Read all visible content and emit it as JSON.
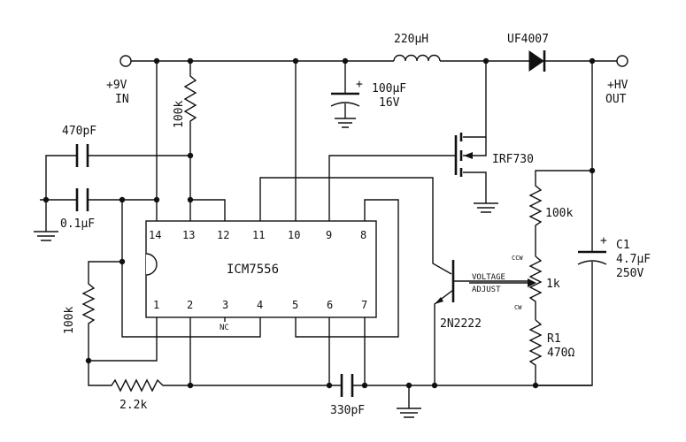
{
  "labels": {
    "input_voltage": "+9V",
    "input_in": "IN",
    "output_hv": "+HV",
    "output_out": "OUT",
    "inductor": "220μH",
    "diode": "UF4007",
    "cap_100uf_value": "100μF",
    "cap_100uf_voltage": "16V",
    "mosfet": "IRF730",
    "res_100k_top": "100k",
    "cap_470pf": "470pF",
    "cap_01uf": "0.1μF",
    "ic": "ICM7556",
    "nc": "NC",
    "res_100k_left": "100k",
    "res_2k2": "2.2k",
    "cap_330pf": "330pF",
    "transistor": "2N2222",
    "voltage_adjust_line1": "VOLTAGE",
    "voltage_adjust_line2": "ADJUST",
    "res_100k_right": "100k",
    "pot_1k": "1k",
    "ccw": "CCW",
    "cw": "CW",
    "r1_name": "R1",
    "r1_value": "470Ω",
    "c1_name": "C1",
    "c1_value": "4.7μF",
    "c1_voltage": "250V",
    "plus": "+"
  },
  "ic_pins": {
    "top": [
      "14",
      "13",
      "12",
      "11",
      "10",
      "9",
      "8"
    ],
    "bottom": [
      "1",
      "2",
      "3",
      "4",
      "5",
      "6",
      "7"
    ]
  }
}
